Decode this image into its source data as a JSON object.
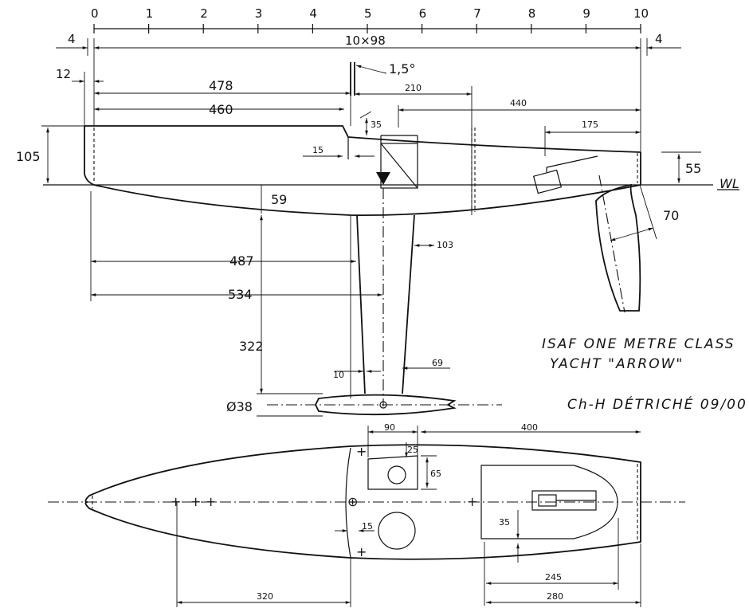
{
  "ruler": {
    "ticks": [
      "0",
      "1",
      "2",
      "3",
      "4",
      "5",
      "6",
      "7",
      "8",
      "9",
      "10"
    ]
  },
  "dims": {
    "overhang_left": "4",
    "overhang_right": "4",
    "station_spacing": "10×98",
    "angle": "1,5°",
    "d12": "12",
    "d478": "478",
    "d460": "460",
    "d210": "210",
    "d440": "440",
    "d35_mast": "35",
    "d175": "175",
    "d105": "105",
    "d15_mast": "15",
    "d55": "55",
    "waterline": "WL",
    "d59": "59",
    "d70": "70",
    "d487": "487",
    "d103": "103",
    "d534": "534",
    "d322": "322",
    "d10": "10",
    "d69": "69",
    "bulb_dia": "Ø38",
    "d90": "90",
    "d400": "400",
    "d25": "25",
    "d65": "65",
    "d15_deck": "15",
    "d35_deck": "35",
    "d245": "245",
    "d320": "320",
    "d280": "280"
  },
  "title_block": {
    "line1": "ISAF ONE METRE CLASS",
    "line2": "YACHT \"ARROW\"",
    "author": "Ch-H DÉTRICHÉ 09/00"
  }
}
